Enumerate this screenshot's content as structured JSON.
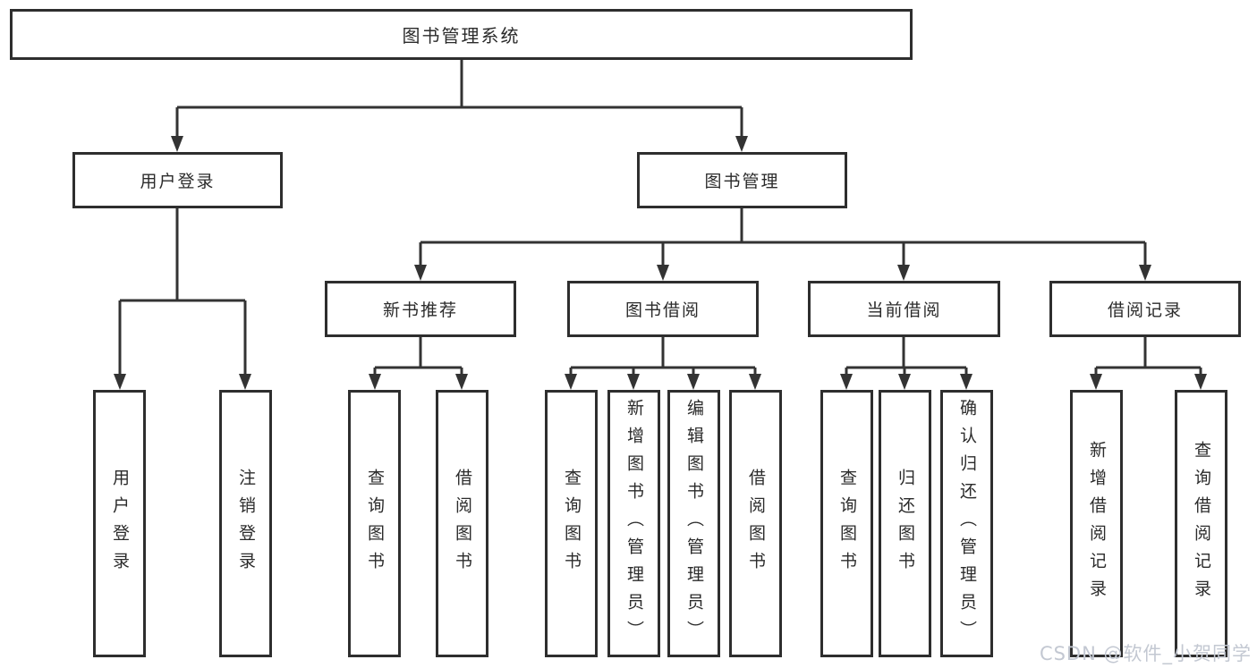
{
  "diagram": {
    "root": {
      "label": "图书管理系统"
    },
    "branches": {
      "userLogin": {
        "label": "用户登录"
      },
      "bookMgmt": {
        "label": "图书管理"
      },
      "newBookRec": {
        "label": "新书推荐"
      },
      "bookBorrow": {
        "label": "图书借阅"
      },
      "currentBorrow": {
        "label": "当前借阅"
      },
      "borrowRecords": {
        "label": "借阅记录"
      }
    },
    "leaves": {
      "userLogin": [
        "用户登录",
        "注销登录"
      ],
      "newBookRec": [
        "查询图书",
        "借阅图书"
      ],
      "bookBorrow": [
        "查询图书",
        "新增图书（管理员）",
        "编辑图书（管理员）",
        "借阅图书"
      ],
      "currentBorrow": [
        "查询图书",
        "归还图书",
        "确认归还（管理员）"
      ],
      "borrowRecords": [
        "新增借阅记录",
        "查询借阅记录"
      ]
    }
  },
  "watermark": "CSDN @软件_小贺同学",
  "colors": {
    "line": "#333333",
    "border": "#2e2e2e",
    "text": "#2b2b2b",
    "watermark": "#c3c8d2",
    "background": "#ffffff"
  }
}
